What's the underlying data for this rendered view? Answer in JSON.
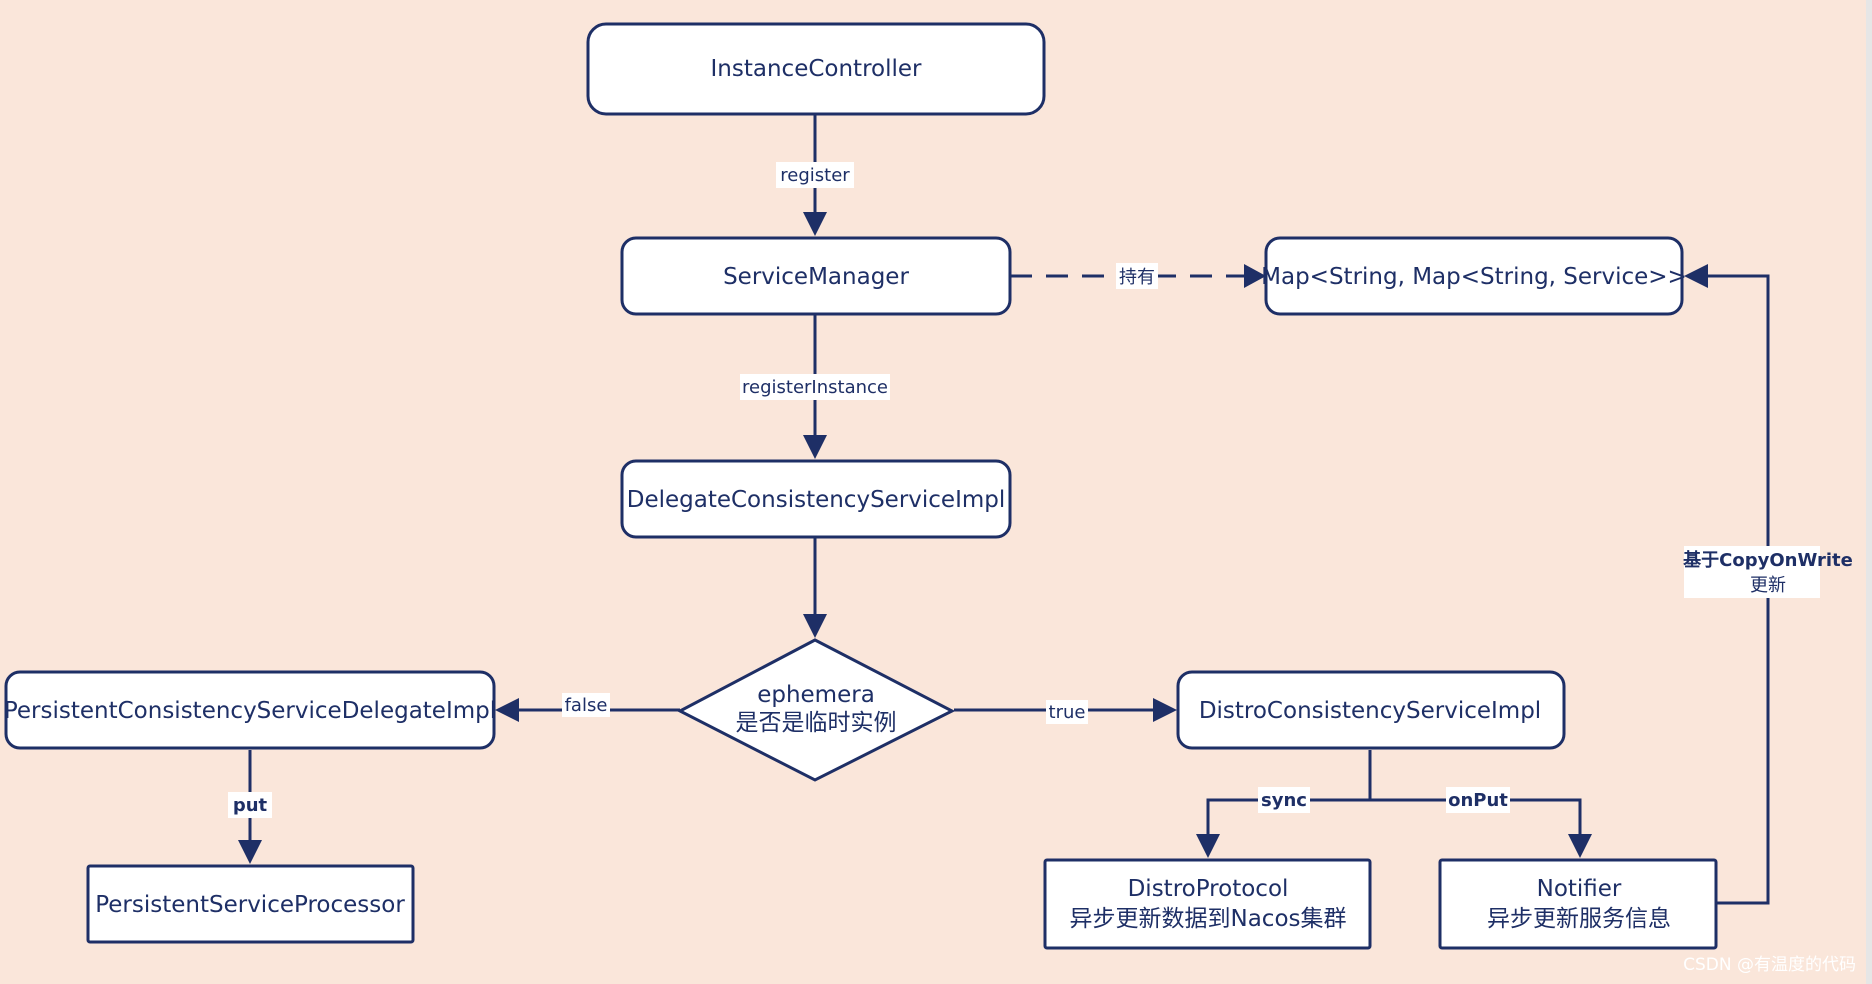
{
  "nodes": {
    "instance_controller": {
      "lines": [
        "InstanceController"
      ]
    },
    "service_manager": {
      "lines": [
        "ServiceManager"
      ]
    },
    "service_map": {
      "lines": [
        "Map<String, Map<String, Service>>"
      ]
    },
    "delegate_consistency": {
      "lines": [
        "DelegateConsistencyServiceImpl"
      ]
    },
    "ephemeral_decision": {
      "lines": [
        "ephemera",
        "是否是临时实例"
      ]
    },
    "persistent_delegate": {
      "lines": [
        "PersistentConsistencyServiceDelegateImpl"
      ]
    },
    "distro_consistency": {
      "lines": [
        "DistroConsistencyServiceImpl"
      ]
    },
    "persistent_processor": {
      "lines": [
        "PersistentServiceProcessor"
      ]
    },
    "distro_protocol": {
      "lines": [
        "DistroProtocol",
        "异步更新数据到Nacos集群"
      ]
    },
    "notifier": {
      "lines": [
        "Notifier",
        "异步更新服务信息"
      ]
    }
  },
  "edges": {
    "register": {
      "lines": [
        "register"
      ]
    },
    "register_instance": {
      "lines": [
        "registerInstance"
      ]
    },
    "holds": {
      "lines": [
        "持有"
      ]
    },
    "false": {
      "lines": [
        "false"
      ]
    },
    "true": {
      "lines": [
        "true"
      ]
    },
    "put": {
      "lines": [
        "put"
      ]
    },
    "sync": {
      "lines": [
        "sync"
      ]
    },
    "on_put": {
      "lines": [
        "onPut"
      ]
    },
    "copy_on_write": {
      "lines": [
        "基于CopyOnWrite",
        "更新"
      ]
    }
  },
  "watermark": "CSDN @有温度的代码",
  "colors": {
    "background": "#fae6da",
    "stroke": "#1e2f66",
    "node_fill": "#ffffff"
  }
}
